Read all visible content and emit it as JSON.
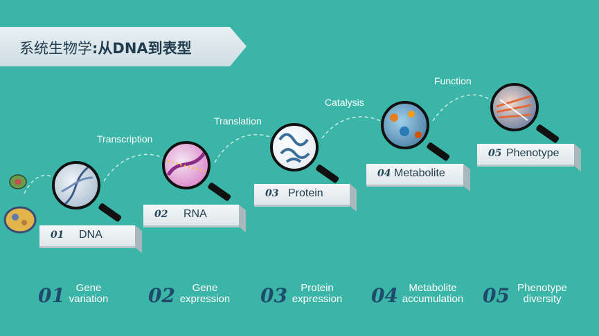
{
  "title": {
    "prefix": "系统生物学",
    "colon": ":",
    "main": "从DNA到表型"
  },
  "transitions": [
    "Transcription",
    "Translation",
    "Catalysis",
    "Function"
  ],
  "cards": [
    {
      "num": "01",
      "name": "DNA"
    },
    {
      "num": "02",
      "name": "RNA"
    },
    {
      "num": "03",
      "name": "Protein"
    },
    {
      "num": "04",
      "name": "Metabolite"
    },
    {
      "num": "05",
      "name": "Phenotype"
    }
  ],
  "bottom": [
    {
      "num": "01",
      "line1": "Gene",
      "line2": "variation"
    },
    {
      "num": "02",
      "line1": "Gene",
      "line2": "expression"
    },
    {
      "num": "03",
      "line1": "Protein",
      "line2": "expression"
    },
    {
      "num": "04",
      "line1": "Metabolite",
      "line2": "accumulation"
    },
    {
      "num": "05",
      "line1": "Phenotype",
      "line2": "diversity"
    }
  ],
  "colors": {
    "background": "#3bb5a7",
    "banner": "#dfe9ee",
    "accent_dark": "#1f4a6b"
  },
  "icons": [
    "magnifier-icon",
    "cell-icon"
  ]
}
